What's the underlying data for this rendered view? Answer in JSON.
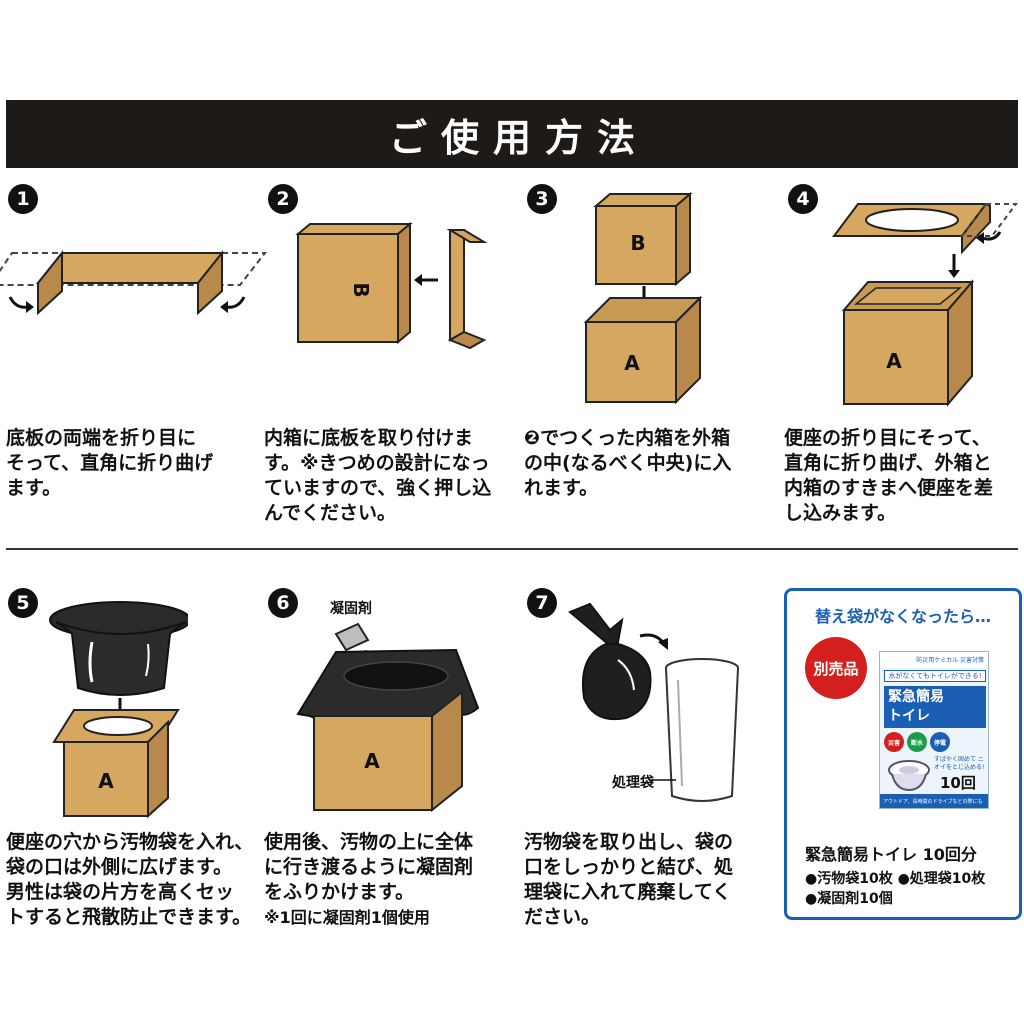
{
  "title": "ご使用方法",
  "steps": [
    {
      "num": "1",
      "lines": [
        "底板の両端を折り目に",
        "そって、直角に折り曲げ",
        "ます。"
      ]
    },
    {
      "num": "2",
      "lines": [
        "内箱に底板を取り付けま",
        "す。※きつめの設計になっ",
        "ていますので、強く押し込",
        "んでください。"
      ]
    },
    {
      "num": "3",
      "lines": [
        "❷でつくった内箱を外箱",
        "の中(なるべく中央)に入",
        "れます。"
      ]
    },
    {
      "num": "4",
      "lines": [
        "便座の折り目にそって、",
        "直角に折り曲げ、外箱と",
        "内箱のすきまへ便座を差",
        "し込みます。"
      ]
    },
    {
      "num": "5",
      "lines": [
        "便座の穴から汚物袋を入れ、",
        "袋の口は外側に広げます。",
        "男性は袋の片方を高くセッ",
        "トすると飛散防止できます。"
      ]
    },
    {
      "num": "6",
      "lines": [
        "使用後、汚物の上に全体",
        "に行き渡るように凝固剤",
        "をふりかけます。"
      ],
      "note": "※1回に凝固剤1個使用"
    },
    {
      "num": "7",
      "lines": [
        "汚物袋を取り出し、袋の",
        "口をしっかりと結び、処",
        "理袋に入れて廃棄してく",
        "ださい。"
      ]
    }
  ],
  "labels": {
    "box_a": "A",
    "box_b": "B",
    "solidifier": "凝固剤",
    "disposal_bag": "処理袋"
  },
  "refill": {
    "title": "替え袋がなくなったら…",
    "badge": "別売品",
    "pack_top": "防災用ケミカル 災害対策",
    "pack_tagline": "水がなくてもトイレができる!",
    "pack_name_1": "緊急簡易",
    "pack_name_2": "トイレ",
    "chips": [
      "災害",
      "断水",
      "停電"
    ],
    "pack_sub": "すばやく固めて ニオイをとじ込める!",
    "pack_qty": "10回",
    "pack_bottom": "アウトドア、長時間のドライブなどの際にも",
    "product_name": "緊急簡易トイレ 10回分",
    "contents": [
      "●汚物袋10枚 ●処理袋10枚",
      "●凝固剤10個"
    ]
  },
  "colors": {
    "banner": "#1e1a17",
    "cardboard": "#d6a760",
    "cardboard_dark": "#b8894a",
    "accent_blue": "#1a5fb4",
    "badge_red": "#d3201e"
  }
}
